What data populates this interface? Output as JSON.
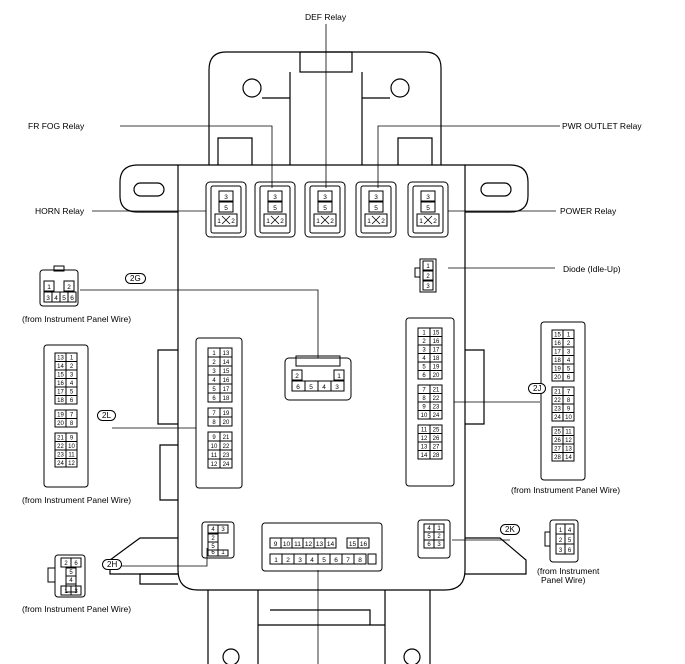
{
  "labels": {
    "def_relay": "DEF Relay",
    "fr_fog_relay": "FR FOG Relay",
    "pwr_outlet_relay": "PWR OUTLET Relay",
    "horn_relay": "HORN Relay",
    "power_relay": "POWER Relay",
    "diode": "Diode (Idle-Up)",
    "from_ip_1": "(from Instrument Panel Wire)",
    "from_ip_2": "(from Instrument Panel Wire)",
    "from_ip_3": "(from Instrument Panel Wire)",
    "from_ip_4": "(from Instrument Panel Wire)",
    "from_ip_5a": "(from Instrument",
    "from_ip_5b": "Panel Wire)"
  },
  "connectors": {
    "2G": "2G",
    "2L": "2L",
    "2J": "2J",
    "2H": "2H",
    "2K": "2K"
  },
  "relay_pins": [
    "3",
    "5",
    "1",
    "2"
  ],
  "diode_pins": [
    "1",
    "2",
    "3"
  ],
  "c2G_left": [
    "1",
    "2",
    "3",
    "4",
    "5",
    "6"
  ],
  "c2G_center": [
    "2",
    "1",
    "6",
    "5",
    "4",
    "3"
  ],
  "c2L_pins": {
    "left": [
      "13",
      "1",
      "14",
      "2",
      "15",
      "3",
      "16",
      "4",
      "17",
      "5",
      "18",
      "6",
      "19",
      "7",
      "20",
      "8",
      "21",
      "9",
      "22",
      "10",
      "23",
      "11",
      "24",
      "12"
    ],
    "center": [
      "1",
      "13",
      "2",
      "14",
      "3",
      "15",
      "4",
      "16",
      "5",
      "17",
      "6",
      "18",
      "7",
      "19",
      "8",
      "20",
      "9",
      "21",
      "10",
      "22",
      "11",
      "23",
      "12",
      "24"
    ]
  },
  "c2J_pins": {
    "center": [
      "1",
      "15",
      "2",
      "16",
      "3",
      "17",
      "4",
      "18",
      "5",
      "19",
      "6",
      "20",
      "7",
      "21",
      "8",
      "22",
      "9",
      "23",
      "10",
      "24",
      "11",
      "25",
      "12",
      "26",
      "13",
      "27",
      "14",
      "28"
    ],
    "right": [
      "15",
      "1",
      "16",
      "2",
      "17",
      "3",
      "18",
      "4",
      "19",
      "5",
      "20",
      "6",
      "21",
      "7",
      "22",
      "8",
      "23",
      "9",
      "24",
      "10",
      "25",
      "11",
      "26",
      "12",
      "27",
      "13",
      "28",
      "14"
    ]
  },
  "c2H_pins": {
    "left": [
      "2",
      "6",
      "5",
      "4",
      "1",
      "3"
    ],
    "center": [
      "4",
      "3",
      "2",
      "5",
      "6",
      "1"
    ]
  },
  "bottom_conn": {
    "top": [
      "9",
      "10",
      "11",
      "12",
      "13",
      "14",
      "15",
      "16"
    ],
    "bottom": [
      "1",
      "2",
      "3",
      "4",
      "5",
      "6",
      "7",
      "8"
    ]
  },
  "c2K_pins": {
    "center": [
      "4",
      "1",
      "5",
      "2",
      "6",
      "3"
    ],
    "right": [
      "1",
      "4",
      "2",
      "5",
      "3",
      "6"
    ]
  }
}
